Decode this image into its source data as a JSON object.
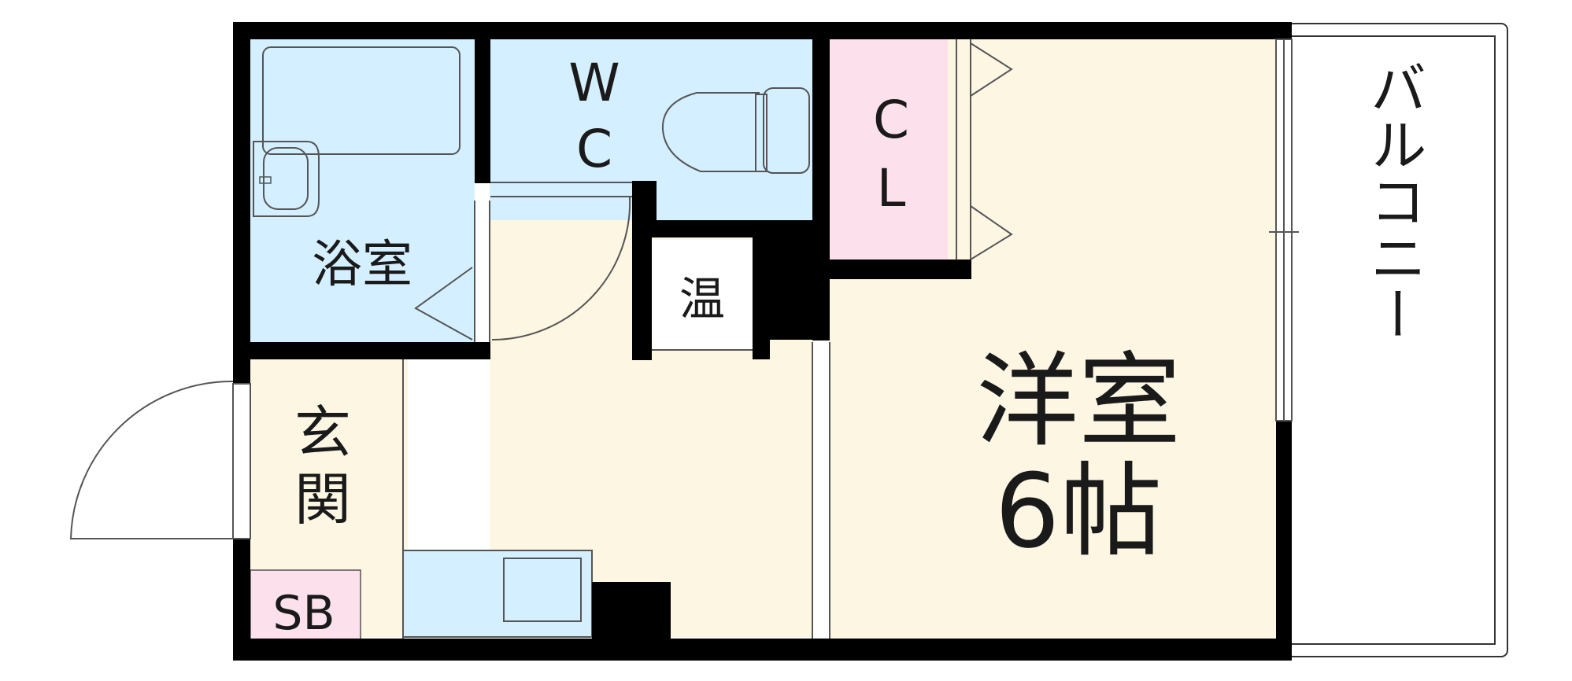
{
  "rooms": {
    "bath": {
      "label": "浴室"
    },
    "wc": {
      "label_line1": "W",
      "label_line2": "C"
    },
    "closet": {
      "label_line1": "C",
      "label_line2": "L"
    },
    "water_heater": {
      "label": "温"
    },
    "entrance": {
      "label_line1": "玄",
      "label_line2": "関"
    },
    "shoe_box": {
      "label": "SB"
    },
    "western_room": {
      "label_line1": "洋室",
      "label_line2": "6帖"
    },
    "balcony": {
      "label": "バルコニー"
    }
  },
  "colors": {
    "wet_area": "#d4efff",
    "living_area": "#fdf6e3",
    "storage": "#fce1ec",
    "wall": "#000000",
    "background": "#ffffff"
  }
}
